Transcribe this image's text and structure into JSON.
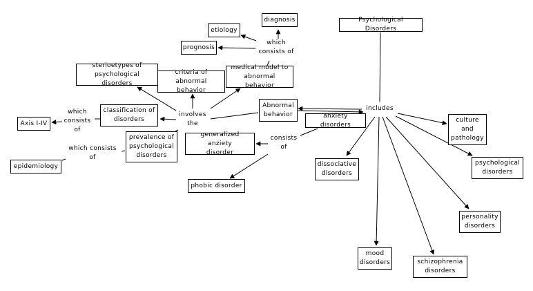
{
  "diagram": {
    "type": "concept-map",
    "nodes": {
      "psych_disorders": "Psychological Disorders",
      "abnormal_behavior": "Abnormal\nbehavior",
      "anxiety_disorders": "anxiety disorders",
      "culture_pathology": "culture\nand\npathology",
      "psychological_disorders": "psychological\ndisorders",
      "dissociative": "dissociative\ndisorders",
      "personality": "personality\ndisorders",
      "mood": "mood\ndisorders",
      "schizophrenia": "schizophrenia\ndisorders",
      "generalized_anxiety": "generalized anziety\ndisorder",
      "phobic": "phobic disorder",
      "stereotypes": "sterioetypes of\npsychological disorders",
      "criteria": "criteria of\nabnormal behavior",
      "medical_model": "medical model to\nabnormal behavior",
      "classification": "classification of\ndisorders",
      "prevalence": "prevalence of\npsychological\ndisorders",
      "axis": "Axis I-IV",
      "epidemiology": "epidemiology",
      "etiology": "etiology",
      "diagnosis": "diagnosis",
      "prognosis": "prognosis"
    },
    "linking_phrases": {
      "includes": "includes",
      "involves_the": "involves\nthe",
      "consists_of_anxiety": "consists\nof",
      "which_consists_of_medical": "which\nconsists of",
      "which_consists_of_classification": "which\nconsists\nof",
      "which_consists_of_prevalence": "which consists\nof"
    }
  }
}
